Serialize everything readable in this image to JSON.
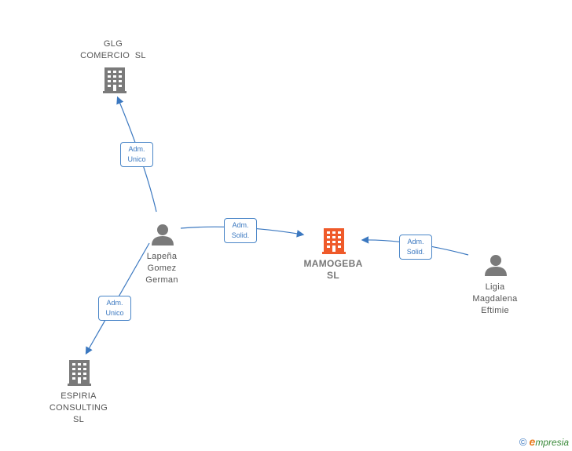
{
  "nodes": {
    "glg": {
      "lines": [
        "GLG",
        "COMERCIO  SL"
      ],
      "kind": "company"
    },
    "espiria": {
      "lines": [
        "ESPIRIA",
        "CONSULTING",
        "SL"
      ],
      "kind": "company"
    },
    "mamogeba": {
      "lines": [
        "MAMOGEBA",
        "SL"
      ],
      "kind": "company-main"
    },
    "lapena": {
      "lines": [
        "Lapeña",
        "Gomez",
        "German"
      ],
      "kind": "person"
    },
    "ligia": {
      "lines": [
        "Ligia",
        "Magdalena",
        "Eftimie"
      ],
      "kind": "person"
    }
  },
  "edges": {
    "lapena_glg": {
      "lines": [
        "Adm.",
        "Unico"
      ]
    },
    "lapena_mamogeba": {
      "lines": [
        "Adm.",
        "Solid."
      ]
    },
    "lapena_espiria": {
      "lines": [
        "Adm.",
        "Unico"
      ]
    },
    "ligia_mamogeba": {
      "lines": [
        "Adm.",
        "Solid."
      ]
    }
  },
  "colors": {
    "company": "#7a7a7a",
    "main": "#ef5a2a",
    "person": "#7a7a7a",
    "edge": "#3b78c0"
  },
  "footer": {
    "copyright": "©",
    "brand_initial": "e",
    "brand_rest": "mpresia"
  }
}
